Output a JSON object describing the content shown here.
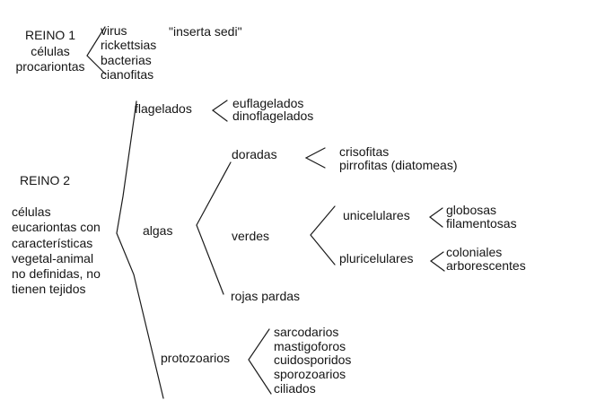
{
  "diagram": {
    "colors": {
      "background": "#ffffff",
      "text": "#151515",
      "line": "#1b1b1b"
    },
    "reino1": {
      "title": "REINO 1",
      "description_lines": [
        "células",
        "procariontas"
      ],
      "children": [
        "virus",
        "rickettsias",
        "bacterias",
        "cianofitas"
      ],
      "annotation": "\"inserta sedi\""
    },
    "reino2": {
      "title": "REINO 2",
      "description_lines": [
        "células",
        "eucariontas con",
        "características",
        "vegetal-animal",
        "no definidas, no",
        "tienen tejidos"
      ],
      "groups": {
        "flagelados": {
          "label": "flagelados",
          "children": [
            "euflagelados",
            "dinoflagelados"
          ]
        },
        "algas": {
          "label": "algas",
          "subgroups": {
            "doradas": {
              "label": "doradas",
              "children": [
                "crisofitas",
                "pirrofitas (diatomeas)"
              ]
            },
            "verdes": {
              "label": "verdes",
              "subgroups": {
                "unicelulares": {
                  "label": "unicelulares",
                  "children": [
                    "globosas",
                    "filamentosas"
                  ]
                },
                "pluricelulares": {
                  "label": "pluricelulares",
                  "children": [
                    "coloniales",
                    "arborescentes"
                  ]
                }
              }
            },
            "rojas_pardas": {
              "label": "rojas pardas"
            }
          }
        },
        "protozoarios": {
          "label": "protozoarios",
          "children": [
            "sarcodarios",
            "mastigoforos",
            "cuidosporidos",
            "sporozoarios",
            "ciliados"
          ]
        }
      }
    }
  }
}
